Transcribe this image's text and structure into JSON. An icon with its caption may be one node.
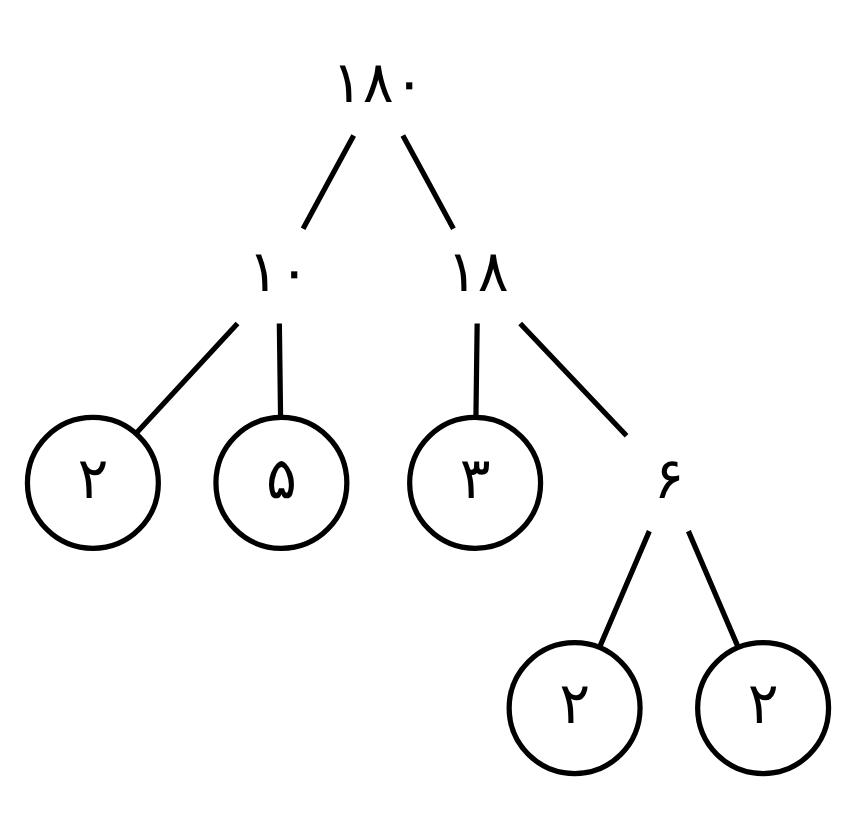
{
  "diagram": {
    "nodes": [
      {
        "text": [
          "۱۸۰"
        ]
      },
      {
        "text": [
          "۱۰"
        ]
      },
      {
        "text": [
          "۱۸"
        ]
      },
      {
        "text": [
          "۲"
        ]
      },
      {
        "text": [
          "۵"
        ]
      },
      {
        "text": [
          "۳"
        ]
      },
      {
        "text": [
          "۶"
        ]
      },
      {
        "text": [
          "۲"
        ]
      },
      {
        "text": [
          "۲"
        ]
      }
    ],
    "edges": [
      {
        "from": 0,
        "to": 1,
        "arrow": "none"
      },
      {
        "from": 0,
        "to": 2,
        "arrow": "none"
      },
      {
        "from": 1,
        "to": 3,
        "arrow": "none"
      },
      {
        "from": 1,
        "to": 4,
        "arrow": "none"
      },
      {
        "from": 2,
        "to": 5,
        "arrow": "none"
      },
      {
        "from": 2,
        "to": 6,
        "arrow": "none"
      },
      {
        "from": 6,
        "to": 7,
        "arrow": "none"
      },
      {
        "from": 6,
        "to": 8,
        "arrow": "none"
      }
    ]
  }
}
